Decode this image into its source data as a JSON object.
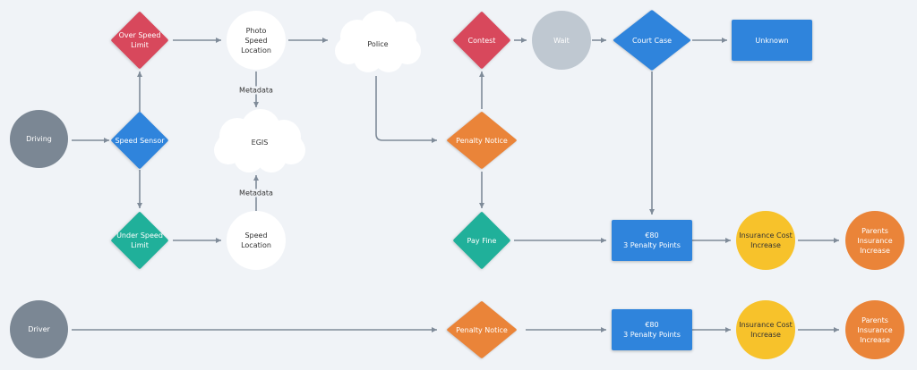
{
  "colors": {
    "grey_circle": "#7b8794",
    "white": "#ffffff",
    "red": "#d8485c",
    "blue": "#2f84dc",
    "green": "#20b09a",
    "orange": "#ea8439",
    "light_grey": "#bfc8d1",
    "yellow": "#f7c22b",
    "edge": "#7f8b99"
  },
  "nodes": {
    "driving": "Driving",
    "speed_sensor": "Speed Sensor",
    "over_speed_limit": "Over Speed\nLimit",
    "under_speed_limit": "Under Speed\nLimit",
    "photo_speed_location": "Photo\nSpeed\nLocation",
    "speed_location": "Speed\nLocation",
    "egis": "EGIS",
    "police": "Police",
    "contest": "Contest",
    "wait": "Wait",
    "court_case": "Court Case",
    "unknown": "Unknown",
    "penalty_notice_top": "Penalty Notice",
    "pay_fine": "Pay Fine",
    "fine_top": "€80\n3 Penalty Points",
    "insurance_top": "Insurance Cost\nIncrease",
    "parents_top": "Parents\nInsurance\nIncrease",
    "driver": "Driver",
    "penalty_notice_bottom": "Penalty Notice",
    "fine_bottom": "€80\n3 Penalty Points",
    "insurance_bottom": "Insurance Cost\nIncrease",
    "parents_bottom": "Parents\nInsurance\nIncrease"
  },
  "edge_labels": {
    "metadata_top": "Metadata",
    "metadata_bottom": "Metadata"
  }
}
